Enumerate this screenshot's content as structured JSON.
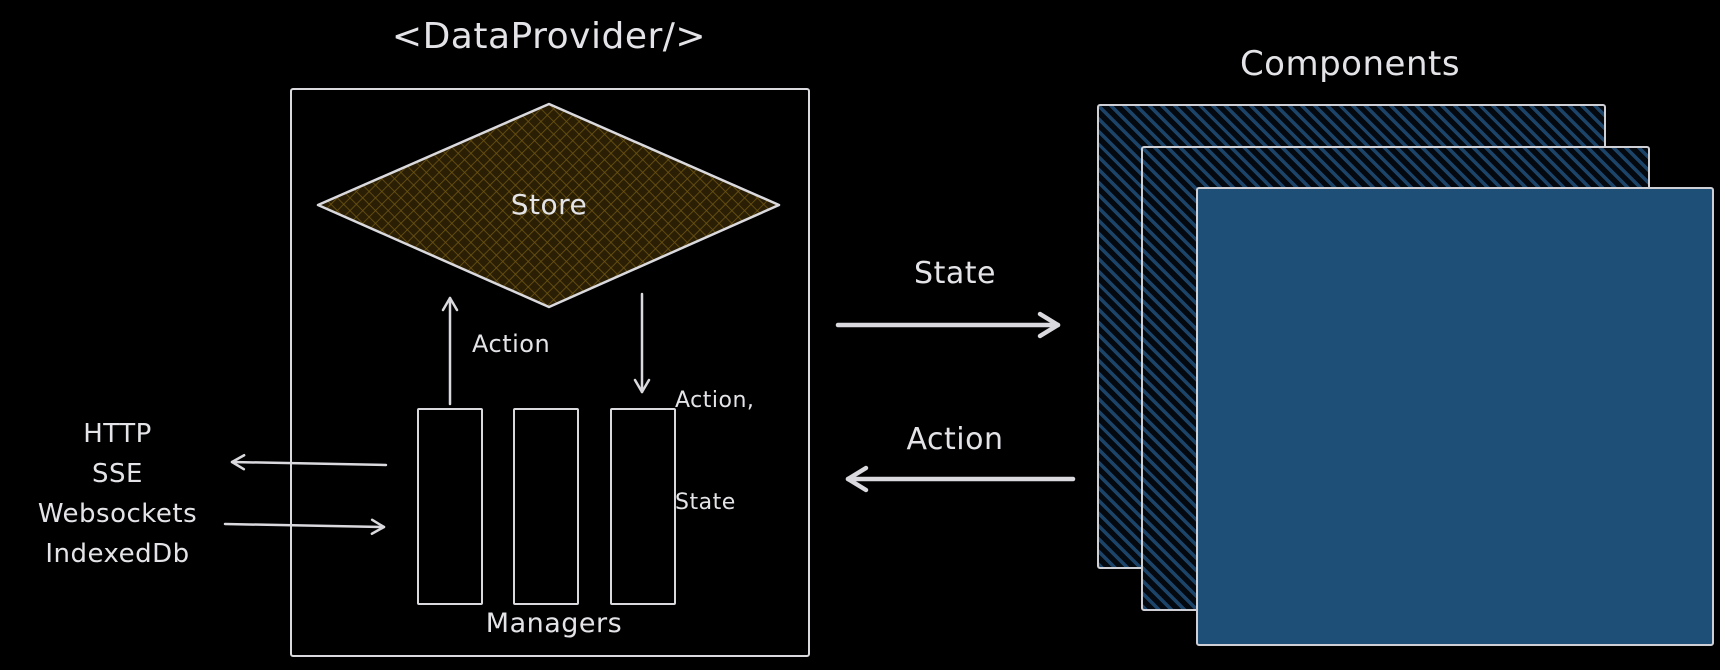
{
  "data_provider": {
    "title": "<DataProvider/>",
    "store_label": "Store",
    "action_up_label": "Action",
    "action_state_label_line1": "Action,",
    "action_state_label_line2": "State",
    "managers_label": "Managers"
  },
  "external_sources": {
    "items": [
      "HTTP",
      "SSE",
      "Websockets",
      "IndexedDb"
    ]
  },
  "flows": {
    "state_label": "State",
    "action_label": "Action"
  },
  "components": {
    "title": "Components"
  },
  "colors": {
    "background": "#000000",
    "stroke": "#d9d9de",
    "store_fill": "#2a1f05",
    "store_hatch": "#6e5412",
    "component_fill": "#1e4f76",
    "component_hatch": "#1c4469"
  }
}
